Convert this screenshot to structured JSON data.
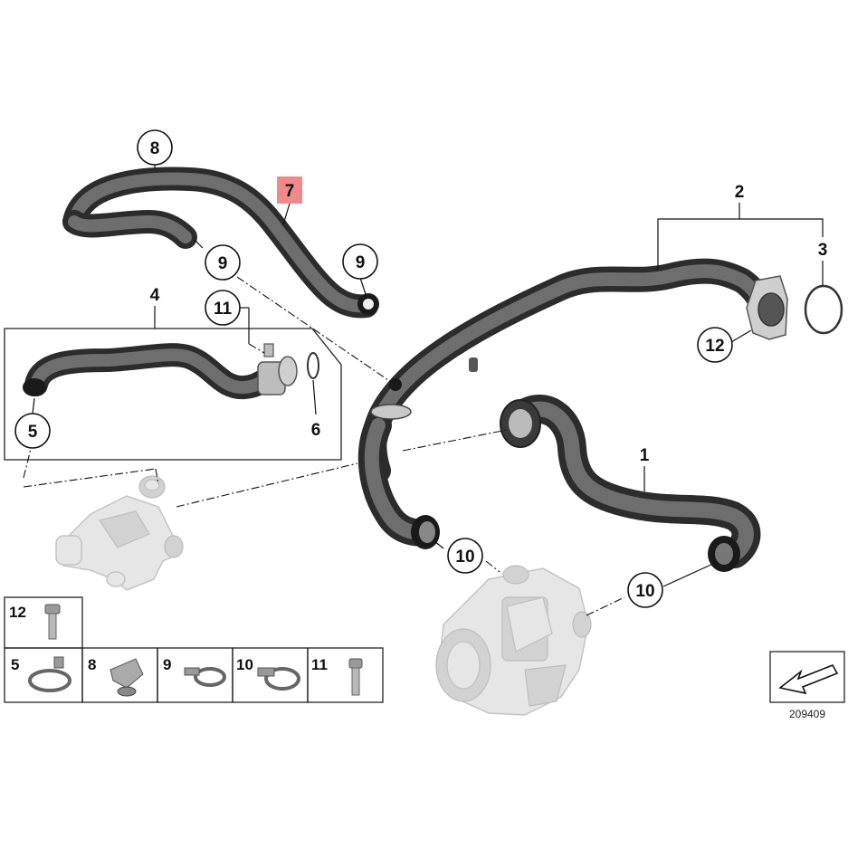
{
  "callouts": {
    "c1": "1",
    "c2": "2",
    "c3": "3",
    "c4": "4",
    "c5": "5",
    "c6": "6",
    "c7": "7",
    "c8": "8",
    "c9a": "9",
    "c9b": "9",
    "c10a": "10",
    "c10b": "10",
    "c11": "11",
    "c12": "12"
  },
  "highlight_color": "#f08a8a",
  "legend": {
    "item12": "12",
    "item5": "5",
    "item8": "8",
    "item9": "9",
    "item10": "10",
    "item11": "11"
  },
  "reference_number": "209409"
}
